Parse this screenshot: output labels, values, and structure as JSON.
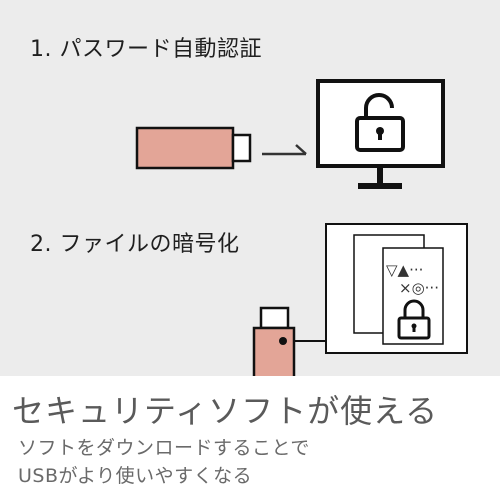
{
  "section1": {
    "title": "1. パスワード自動認証"
  },
  "section2": {
    "title": "2. ファイルの暗号化",
    "symbols_line1": "▽▲···",
    "symbols_line2": "×◎···"
  },
  "banner": {
    "headline": "セキュリティソフトが使える",
    "line1": "ソフトをダウンロードすることで",
    "line2": "USBがより使いやすくなる"
  },
  "colors": {
    "usb_pink": "#e3a597",
    "usb_pink_dark": "#c98b7d",
    "outline": "#111111",
    "background": "#ececec",
    "banner_bg": "#ffffff"
  },
  "icons": [
    "usb-drive-icon",
    "arrow-icon",
    "monitor-icon",
    "unlock-icon",
    "document-icon",
    "lock-icon"
  ]
}
